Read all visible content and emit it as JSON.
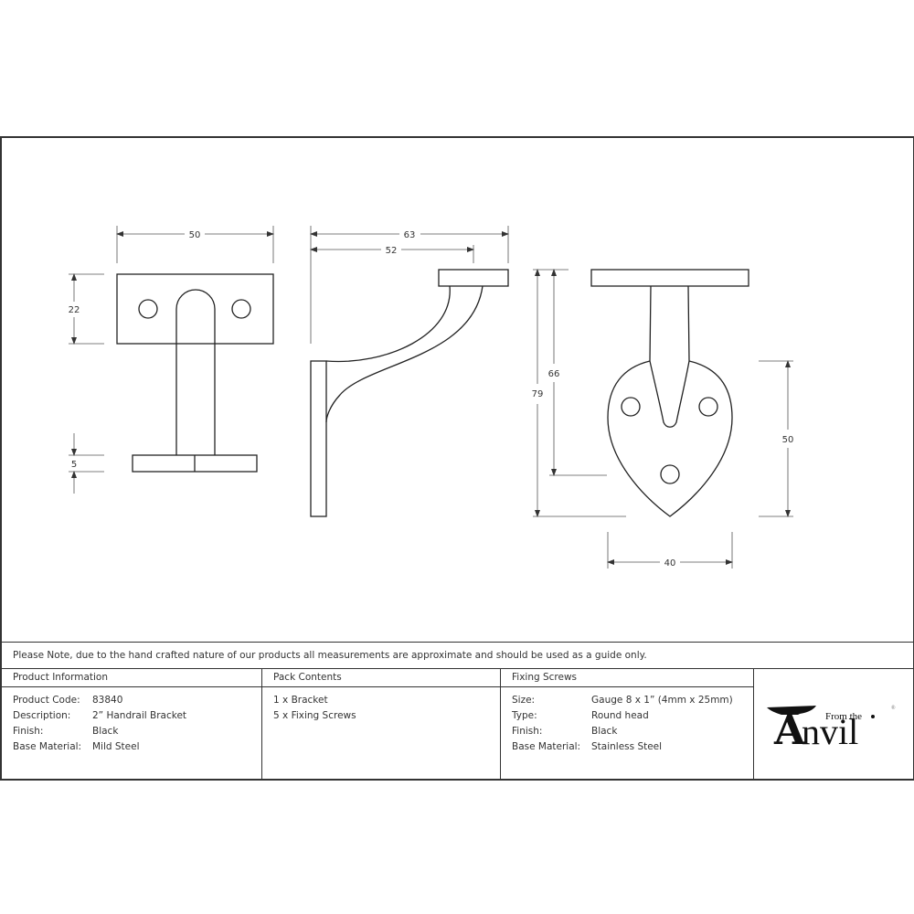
{
  "drawing": {
    "top_view": {
      "dims": {
        "width": "50",
        "plate_height": "22",
        "rail_plate_thickness": "5"
      }
    },
    "side_view": {
      "dims": {
        "overall_projection": "63",
        "projection_to_rail_centre": "52"
      }
    },
    "front_view": {
      "dims": {
        "overall_height": "79",
        "height_to_lower_hole": "66",
        "shield_height": "50",
        "shield_width": "40"
      }
    },
    "line_color": "#222222"
  },
  "note": "Please Note, due to the hand crafted nature of our products all measurements are approximate and should be used as a guide only.",
  "product_information": {
    "heading": "Product Information",
    "rows": [
      {
        "label": "Product Code:",
        "value": "83840"
      },
      {
        "label": "Description:",
        "value": "2” Handrail Bracket"
      },
      {
        "label": "Finish:",
        "value": "Black"
      },
      {
        "label": "Base Material:",
        "value": "Mild Steel"
      }
    ]
  },
  "pack_contents": {
    "heading": "Pack Contents",
    "items": [
      "1 x Bracket",
      "5 x Fixing Screws"
    ]
  },
  "fixing_screws": {
    "heading": "Fixing Screws",
    "rows": [
      {
        "label": "Size:",
        "value": "Gauge 8 x 1” (4mm x 25mm)"
      },
      {
        "label": "Type:",
        "value": "Round head"
      },
      {
        "label": "Finish:",
        "value": "Black"
      },
      {
        "label": "Base Material:",
        "value": "Stainless Steel"
      }
    ]
  },
  "logo": {
    "tagline": "From the",
    "wordmark_initial": "A",
    "wordmark_rest": "nvil",
    "registered": "®"
  }
}
